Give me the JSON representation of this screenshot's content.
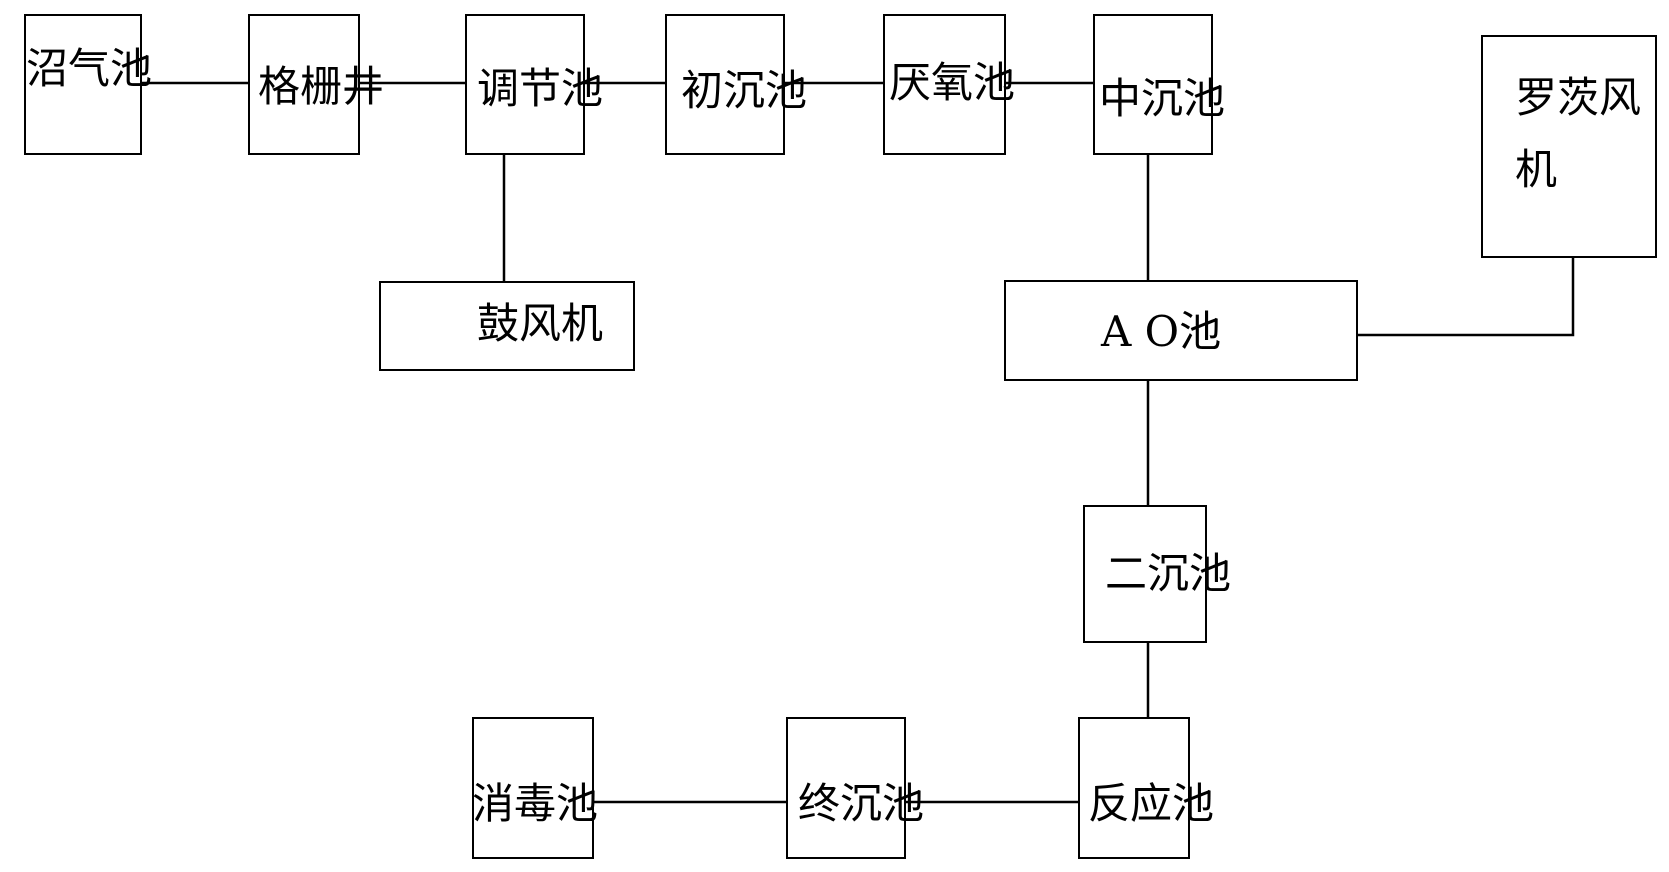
{
  "diagram": {
    "nodes": {
      "biogas_tank": "沼气池",
      "grille_well": "格栅井",
      "regulating_tank": "调节池",
      "primary_sedimentation_tank": "初沉池",
      "anaerobic_tank": "厌氧池",
      "intermediate_sedimentation_tank": "中沉池",
      "roots_blower_line1": "罗茨风",
      "roots_blower_line2": "机",
      "blower": "鼓风机",
      "ao_tank": "A O池",
      "secondary_sedimentation_tank": "二沉池",
      "disinfection_tank": "消毒池",
      "final_sedimentation_tank": "终沉池",
      "reaction_tank": "反应池"
    }
  }
}
